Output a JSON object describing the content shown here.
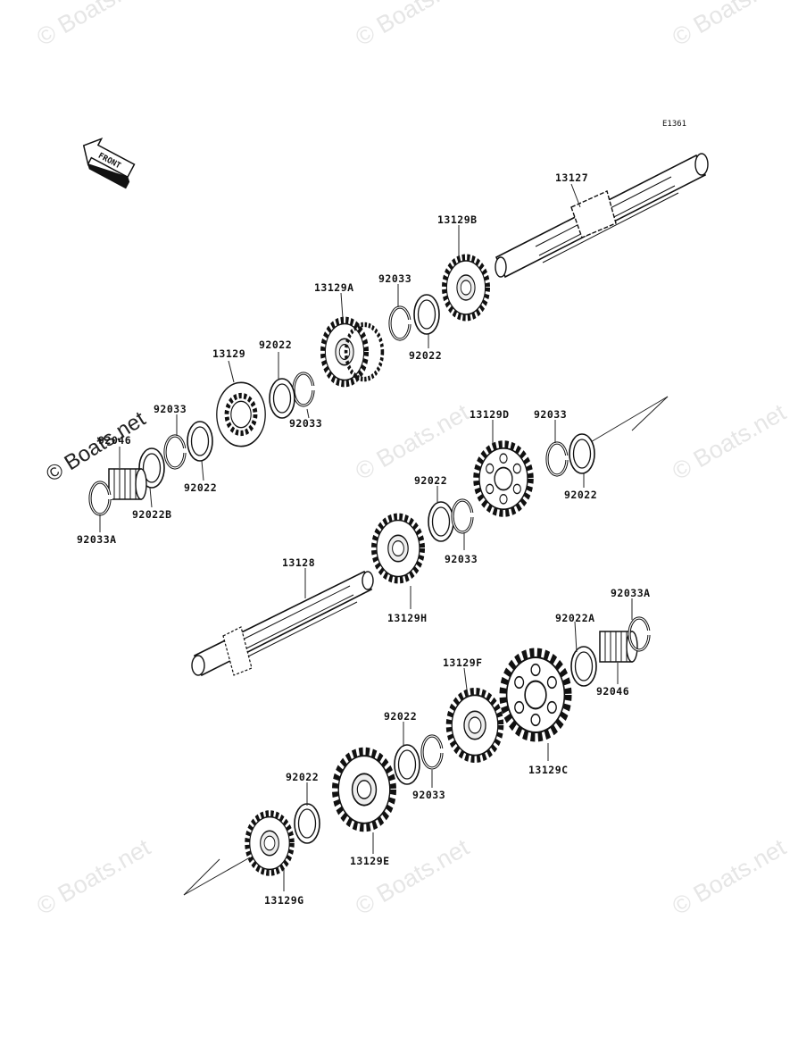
{
  "diagram_code": "E1361",
  "front_label": "FRONT",
  "watermark_text": "© Boats.net",
  "labels": {
    "p13127": "13127",
    "p13129B": "13129B",
    "p92033_a": "92033",
    "p13129A": "13129A",
    "p92022_a": "92022",
    "p13129": "13129",
    "p92022_b": "92022",
    "p92033_b": "92033",
    "p92033_c": "92033",
    "p92046_a": "92046",
    "p92022_c": "92022",
    "p92022B": "92022B",
    "p92033A_a": "92033A",
    "p13129D": "13129D",
    "p92033_d": "92033",
    "p92022_d": "92022",
    "p92022_e": "92022",
    "p92033_e": "92033",
    "p13128": "13128",
    "p13129H": "13129H",
    "p92033A_b": "92033A",
    "p92022A": "92022A",
    "p92046_b": "92046",
    "p13129F": "13129F",
    "p92022_f": "92022",
    "p92033_f": "92033",
    "p13129C": "13129C",
    "p92022_g": "92022",
    "p13129E": "13129E",
    "p13129G": "13129G"
  },
  "colors": {
    "line": "#111111",
    "watermark": "#e6e6e6",
    "fill": "#ffffff",
    "shade": "#dcdcdc"
  }
}
